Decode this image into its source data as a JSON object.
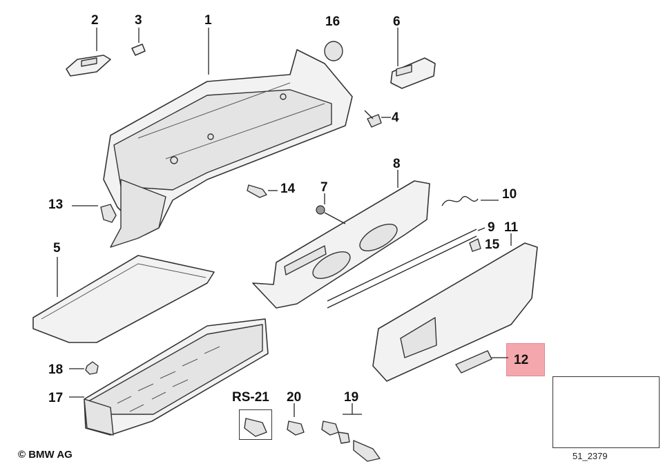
{
  "diagram": {
    "labels": [
      {
        "id": "2",
        "text": "2"
      },
      {
        "id": "3",
        "text": "3"
      },
      {
        "id": "1",
        "text": "1"
      },
      {
        "id": "16",
        "text": "16"
      },
      {
        "id": "6",
        "text": "6"
      },
      {
        "id": "4",
        "text": "4"
      },
      {
        "id": "8",
        "text": "8"
      },
      {
        "id": "14",
        "text": "14"
      },
      {
        "id": "7",
        "text": "7"
      },
      {
        "id": "10",
        "text": "10"
      },
      {
        "id": "13",
        "text": "13"
      },
      {
        "id": "9",
        "text": "9"
      },
      {
        "id": "11",
        "text": "11"
      },
      {
        "id": "15",
        "text": "15"
      },
      {
        "id": "5",
        "text": "5"
      },
      {
        "id": "12",
        "text": "12"
      },
      {
        "id": "18",
        "text": "18"
      },
      {
        "id": "17",
        "text": "17"
      },
      {
        "id": "rs21",
        "text": "RS-21"
      },
      {
        "id": "20",
        "text": "20"
      },
      {
        "id": "19",
        "text": "19"
      }
    ],
    "highlight_color": "#f4a7ac",
    "copyright": "© BMW AG",
    "reference": "51_2379"
  }
}
